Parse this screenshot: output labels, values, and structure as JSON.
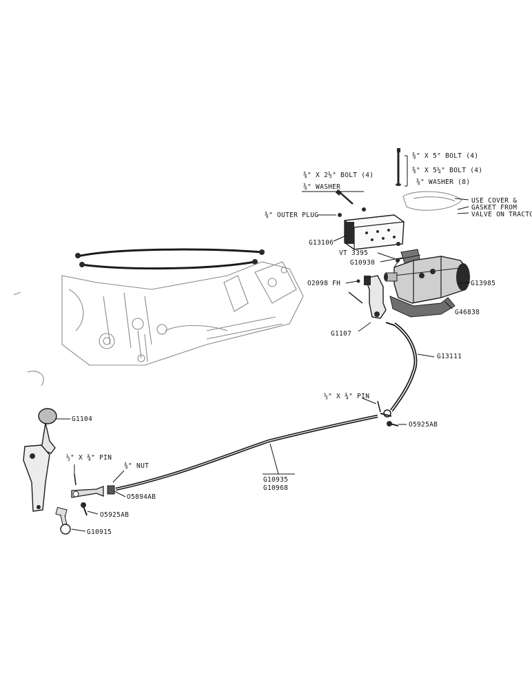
{
  "labels": {
    "bolt_5": "⅜\" X 5\" BOLT (4)",
    "bolt_5_25": "⅜\" X 5¼\" BOLT (4)",
    "washer_8": "⅜\" WASHER   (8)",
    "bolt_2_5": "⅜\" X 2½\" BOLT (4)",
    "washer_left": "⅜\" WASHER",
    "use_cover_1": "USE COVER &",
    "use_cover_2": "GASKET FROM",
    "use_cover_3": "VALVE ON TRACTOR",
    "outer_plug": "⅜\" OUTER PLUG",
    "g13106": "G13106",
    "vt3395": "VT 3395",
    "g10930": "G10930",
    "o2098fh": "O2098 FH",
    "g13985": "G13985",
    "g46838": "G46838",
    "g1107": "G1107",
    "g13111": "G13111",
    "pin_right": "⅓\" X ¾\" PIN",
    "o5925ab_right": "O5925AB",
    "g1104": "G1104",
    "pin_left": "⅓\" X ¾\" PIN",
    "nut": "⅜\" NUT",
    "g10935": "G10935",
    "g10968": "G10968",
    "o5894ab": "O5894AB",
    "o5925ab_left": "O5925AB",
    "g10915": "G10915"
  }
}
